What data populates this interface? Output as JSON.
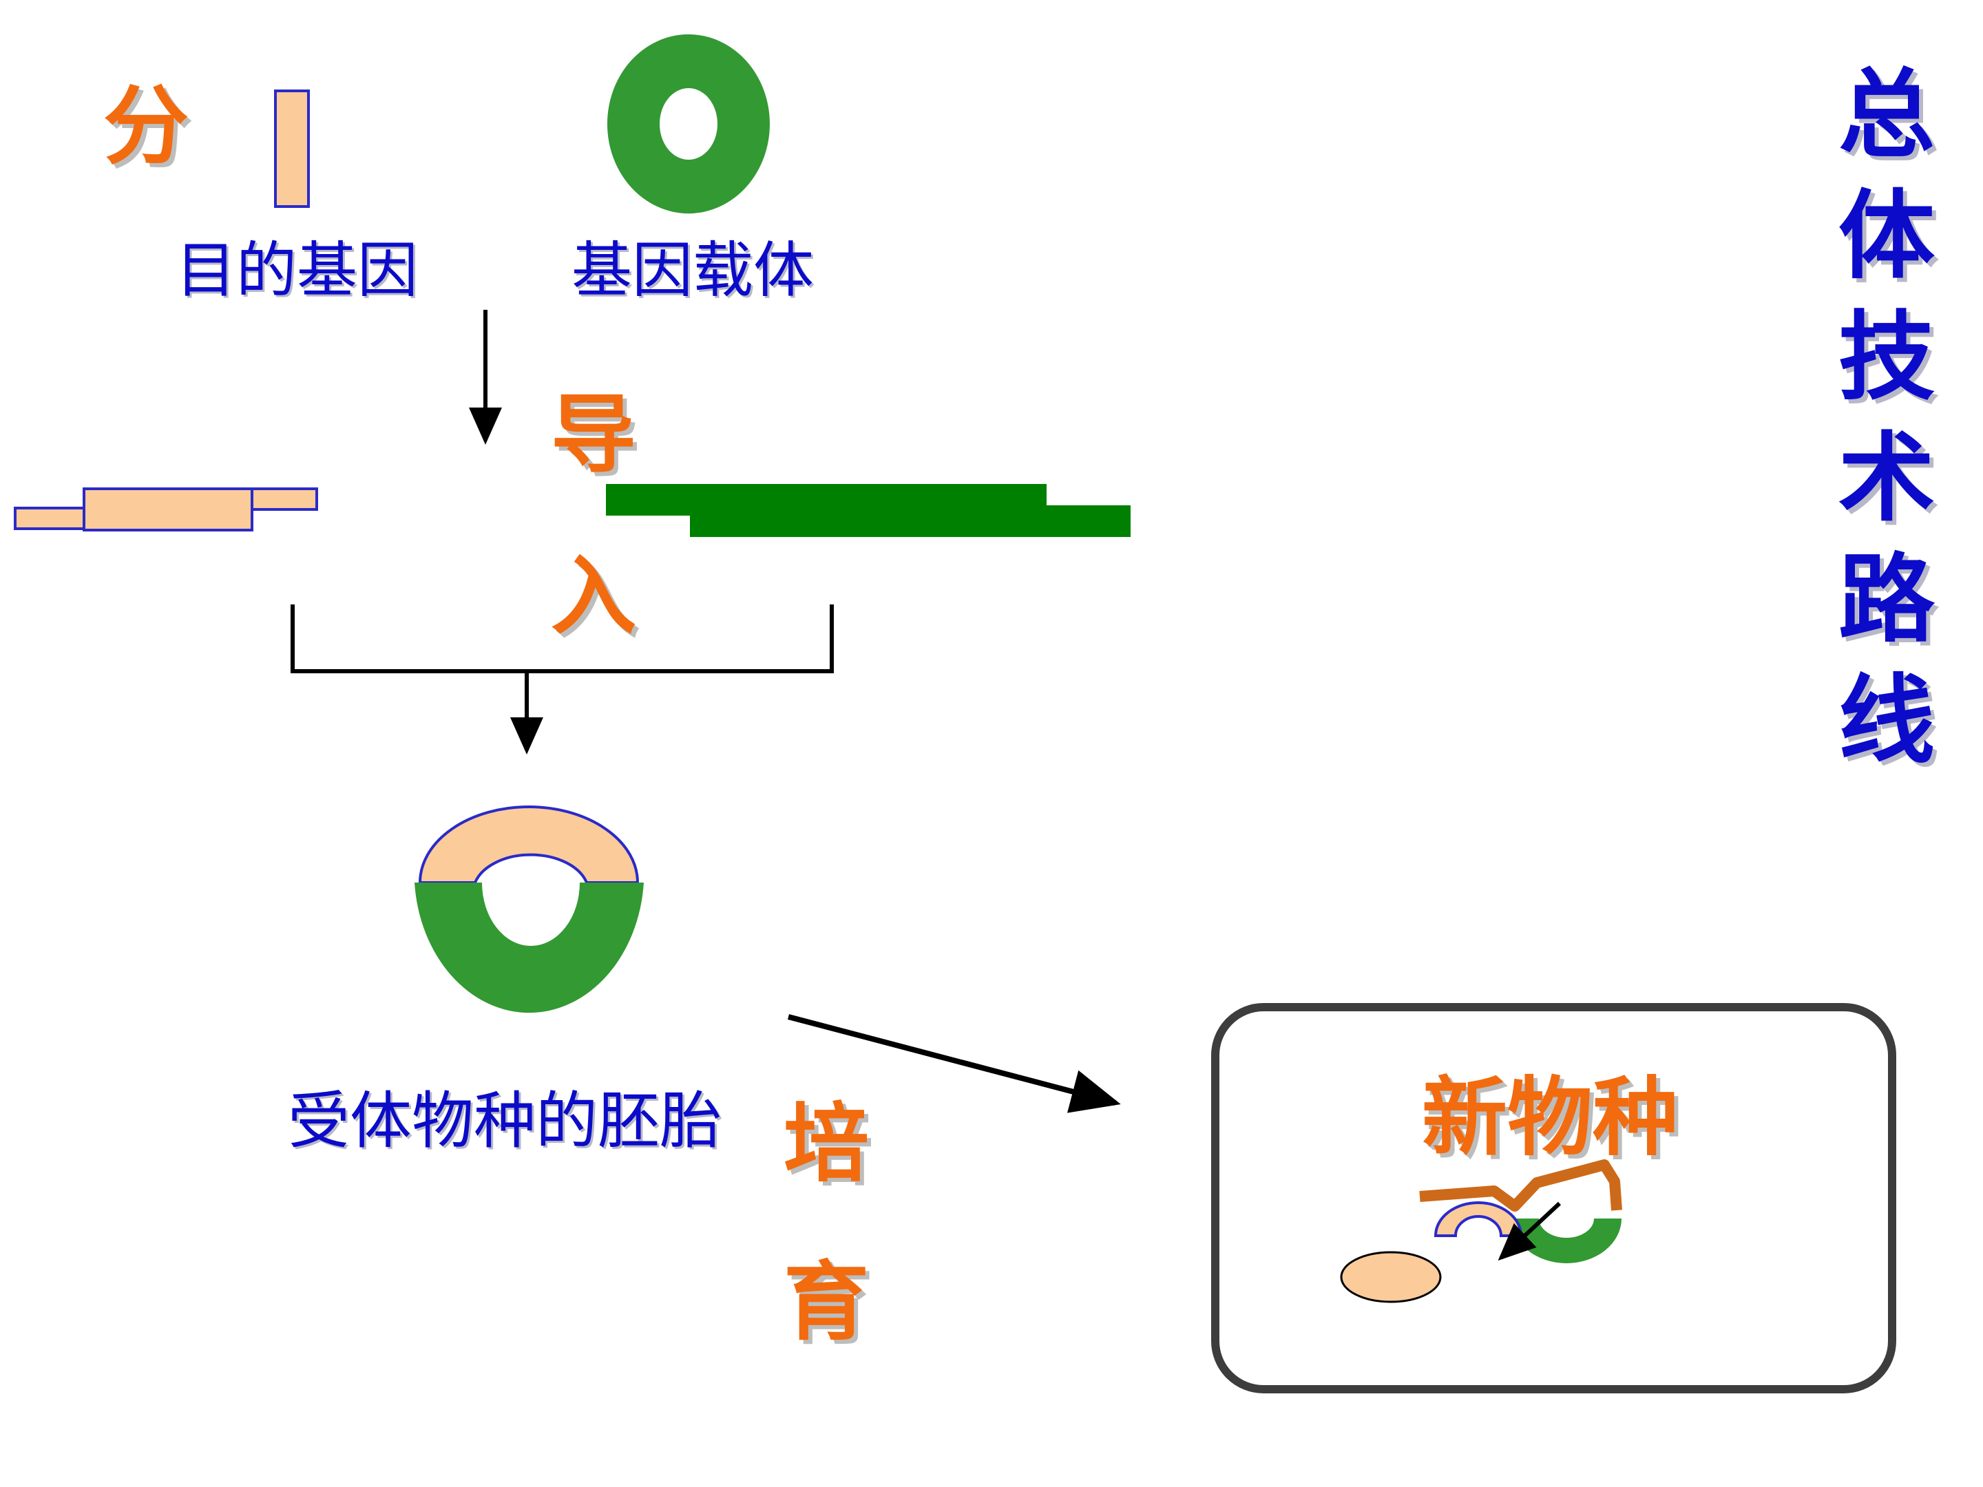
{
  "title_chars": [
    "总",
    "体",
    "技",
    "术",
    "路",
    "线"
  ],
  "steps": {
    "fen": "分",
    "dao": "导",
    "ru": "入",
    "pei": "培",
    "yu": "育"
  },
  "labels": {
    "target_gene": "目的基因",
    "gene_vector": "基因载体",
    "recipient_embryo": "受体物种的胚胎",
    "new_species": "新物种"
  },
  "colors": {
    "label_blue": "#0B0BC9",
    "step_orange": "#F26B0F",
    "gene_peach": "#FBCB9A",
    "vector_green": "#339933",
    "dark_green": "#008000",
    "strand_brown": "#CC6A1A",
    "box_border": "#3D3D3D"
  }
}
